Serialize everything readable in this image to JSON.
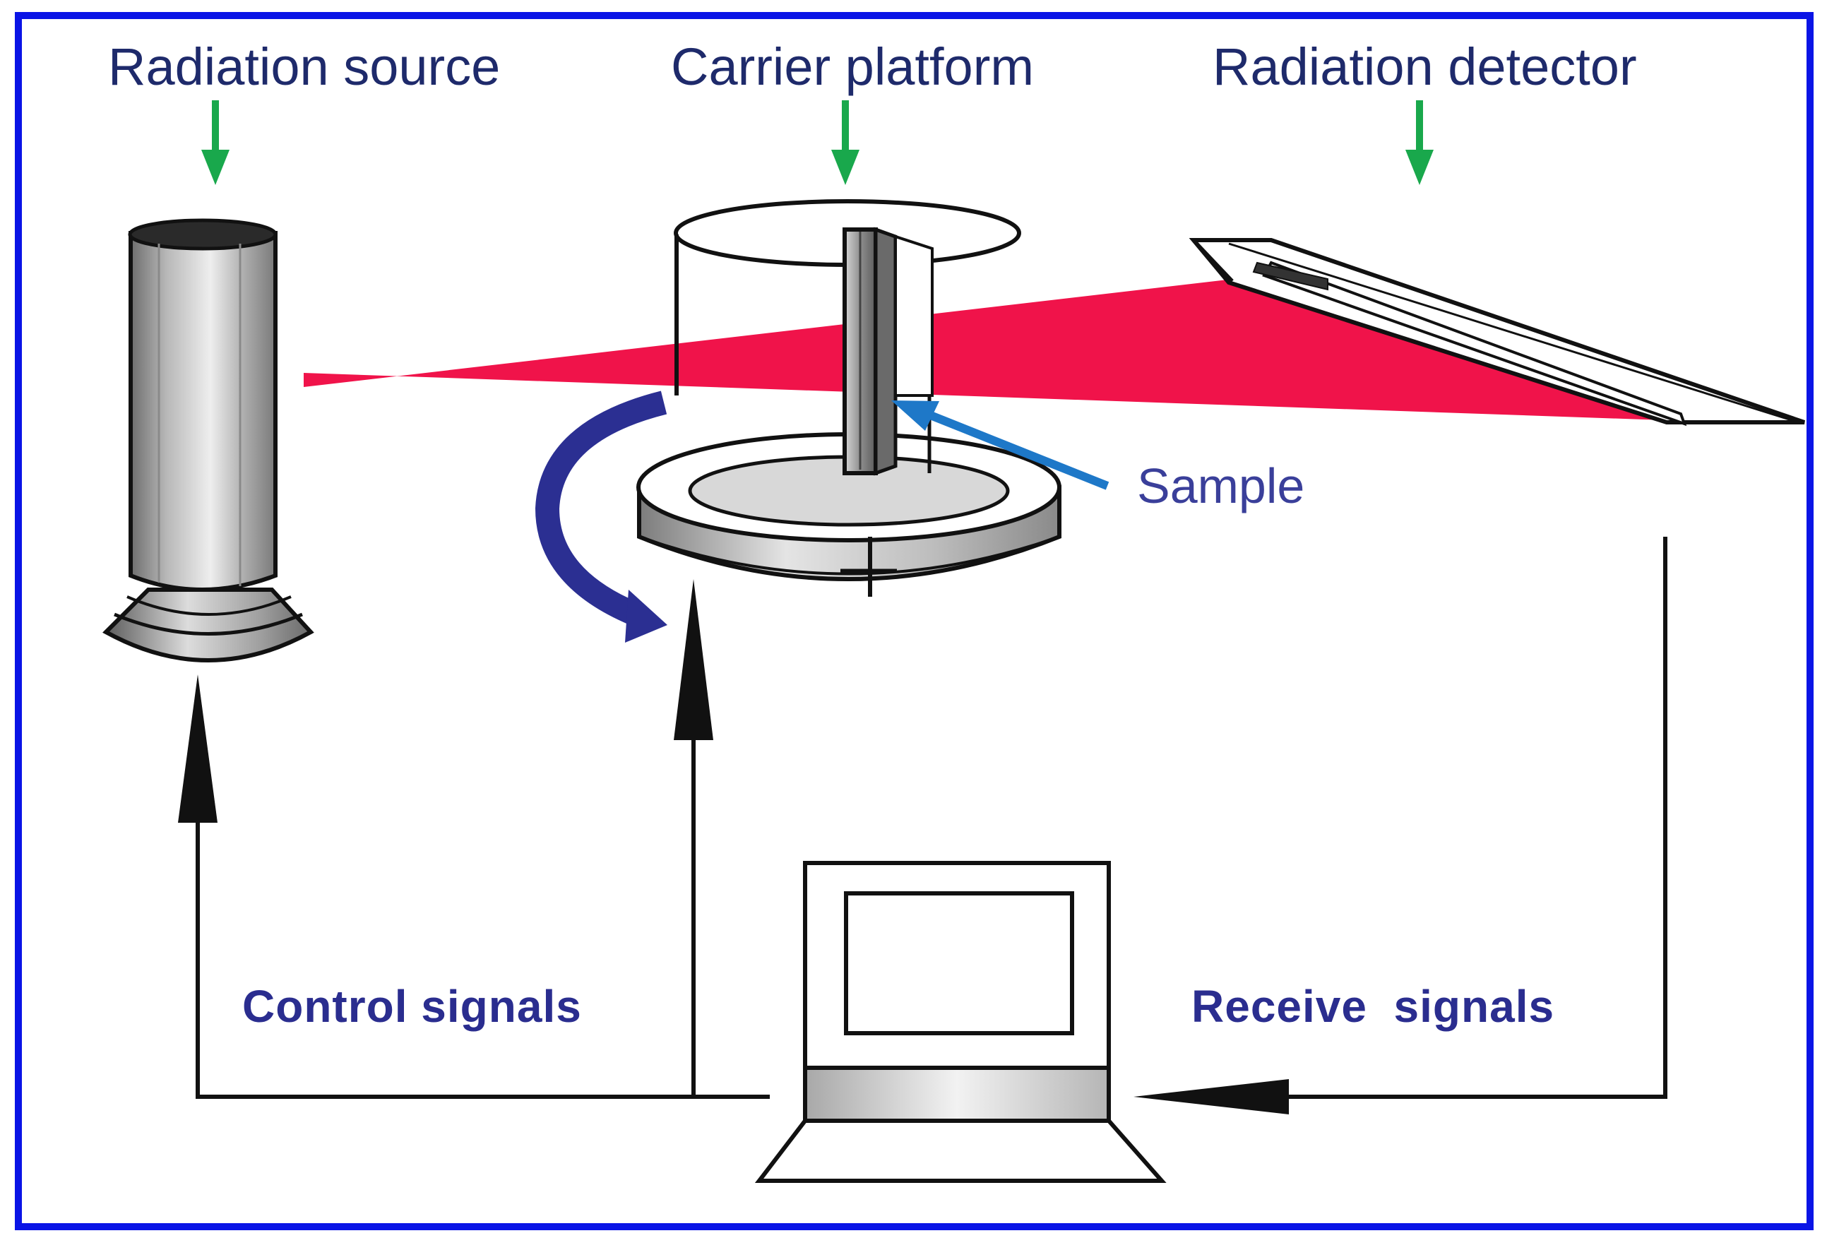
{
  "labels": {
    "radiation_source": "Radiation source",
    "carrier_platform": "Carrier platform",
    "radiation_detector": "Radiation detector",
    "sample": "Sample",
    "control_signals": "Control signals",
    "receive_signals": "Receive  signals"
  },
  "colors": {
    "frame": "#0a14e6",
    "beam": "#f0134a",
    "green_arrow": "#19a84c",
    "rotation_arrow": "#2b2f92",
    "sample_pointer": "#1e78c8",
    "label_text": "#1e2a6b",
    "bold_label_text": "#2a2d8f"
  },
  "icons": {
    "source": "radiation-source-cylinder-icon",
    "platform": "rotating-carrier-platform-icon",
    "detector": "flat-panel-detector-icon",
    "computer": "computer-terminal-icon"
  }
}
